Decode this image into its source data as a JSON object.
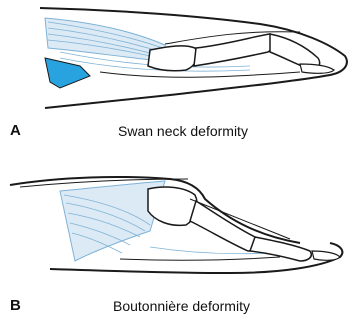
{
  "panels": [
    {
      "letter": "A",
      "caption": "Swan neck deformity"
    },
    {
      "letter": "B",
      "caption": "Boutonnière deformity"
    }
  ],
  "colors": {
    "outline": "#1a1a1a",
    "tendon_fill": "#dbeaf5",
    "tendon_line": "#7fb2d6",
    "highlight": "#29a3e0",
    "bone": "#ffffff"
  }
}
